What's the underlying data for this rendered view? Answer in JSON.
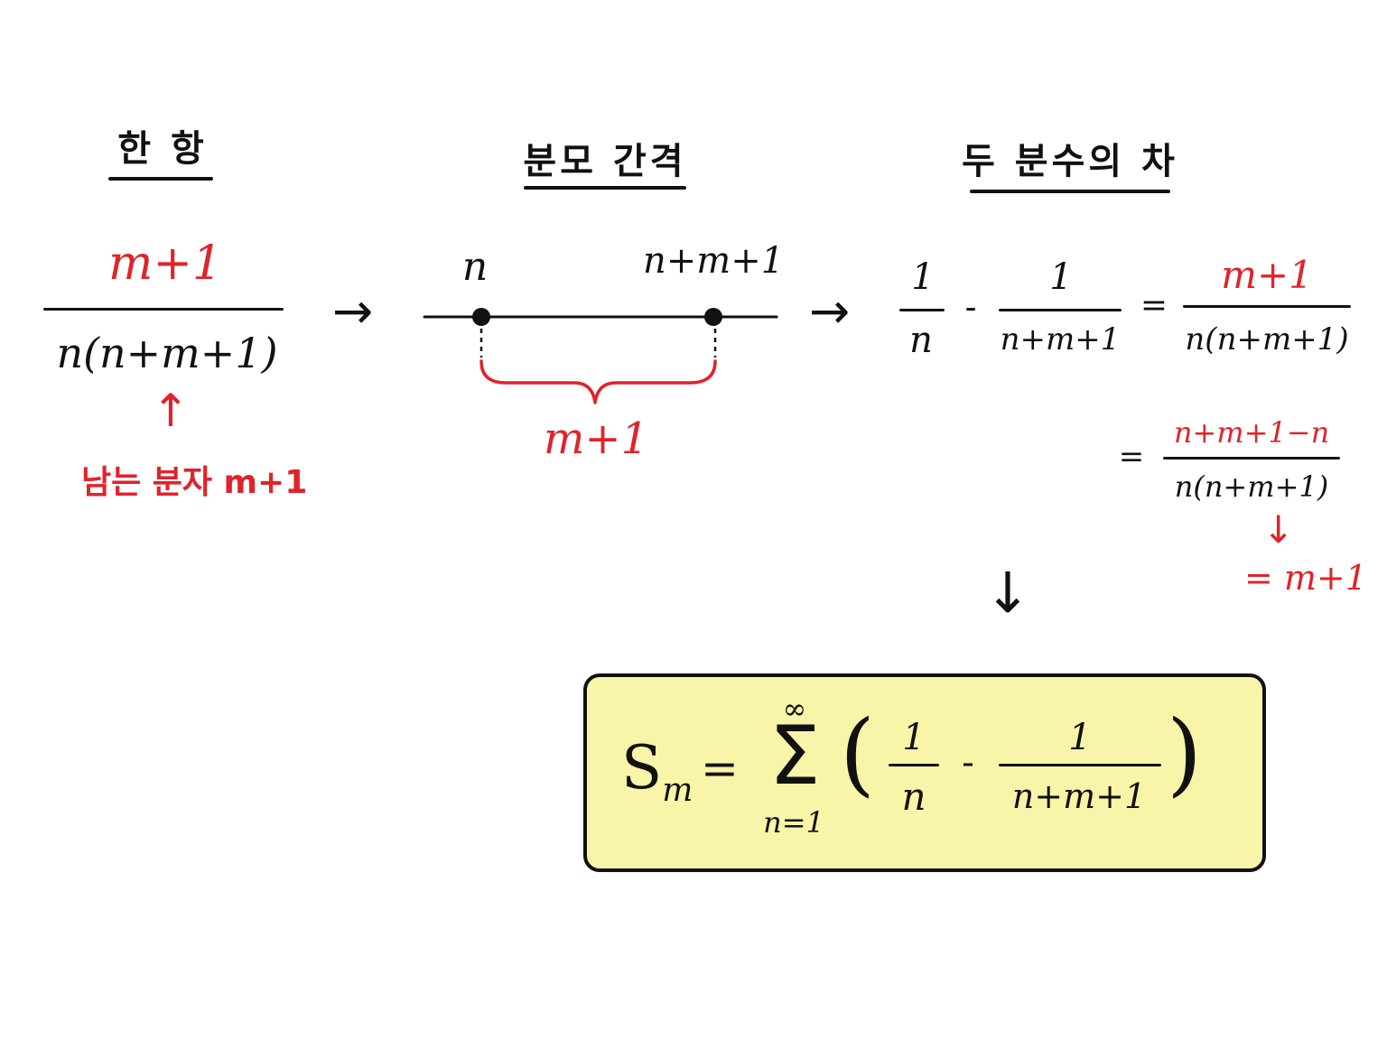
{
  "colors": {
    "ink": "#111111",
    "accent": "#e0232a",
    "box_fill": "#f8f4a8"
  },
  "section1": {
    "heading": "한 항",
    "numerator": "m+1",
    "denominator": "n(n+m+1)",
    "note": "남는 분자 m+1"
  },
  "section2": {
    "heading": "분모 간격",
    "left_point": "n",
    "right_point": "n+m+1",
    "gap": "m+1"
  },
  "section3": {
    "heading": "두 분수의 차",
    "frac1_num": "1",
    "frac1_den": "n",
    "minus": "-",
    "frac2_num": "1",
    "frac2_den": "n+m+1",
    "equals": "=",
    "result_num": "m+1",
    "result_den": "n(n+m+1)",
    "step2_equals": "=",
    "step2_num": "n+m+1−n",
    "step2_den": "n(n+m+1)",
    "step3": "= m+1"
  },
  "arrows": {
    "right": "→",
    "down": "↓",
    "up": "↑"
  },
  "result": {
    "lhs_S": "S",
    "lhs_sub": "m",
    "equals": "=",
    "sigma": "Σ",
    "upper": "∞",
    "lower": "n=1",
    "open_paren": "(",
    "close_paren": ")",
    "frac1_num": "1",
    "frac1_den": "n",
    "minus": "-",
    "frac2_num": "1",
    "frac2_den": "n+m+1"
  }
}
